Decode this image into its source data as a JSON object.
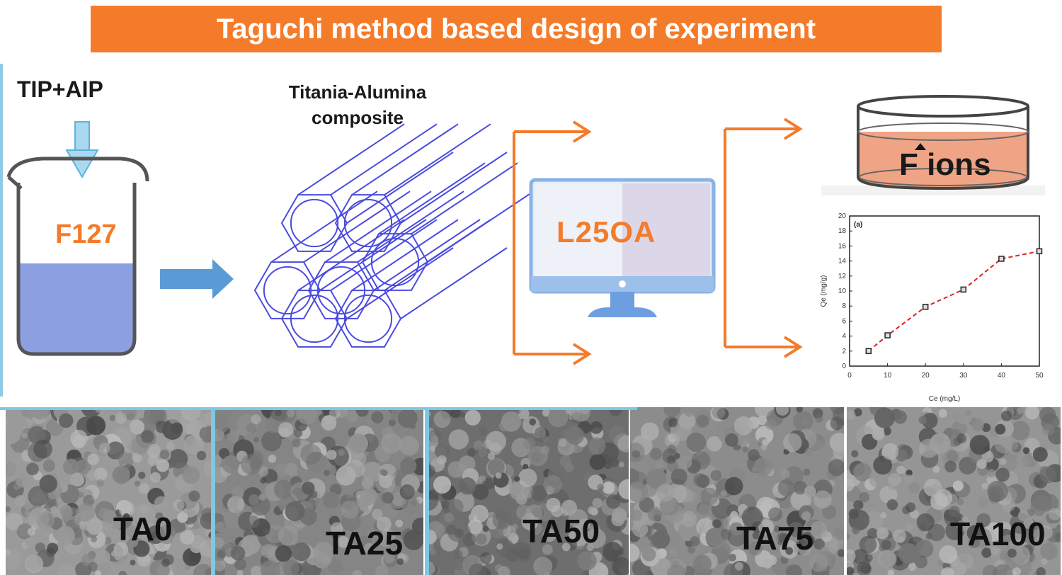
{
  "title": "Taguchi method based design of experiment",
  "precursor_label": "TIP+AIP",
  "template_label": "F127",
  "composite_label_line1": "Titania-Alumina",
  "composite_label_line2": "composite",
  "design_label": "L25OA",
  "ions_label": "F ions",
  "chart_data": {
    "type": "scatter",
    "label": "(a)",
    "xlabel": "Ce (mg/L)",
    "ylabel": "Qe (mg/g)",
    "xlim": [
      0,
      50
    ],
    "ylim": [
      0,
      20
    ],
    "xticks": [
      0,
      10,
      20,
      30,
      40,
      50
    ],
    "yticks": [
      0,
      2,
      4,
      6,
      8,
      10,
      12,
      14,
      16,
      18,
      20
    ],
    "x": [
      5,
      10,
      20,
      30,
      40,
      50
    ],
    "y": [
      2.0,
      4.1,
      7.9,
      10.2,
      14.3,
      15.3
    ],
    "fit_line": "red dashed"
  },
  "samples": [
    {
      "label": "TA0",
      "tone": "#9a9a9a"
    },
    {
      "label": "TA25",
      "tone": "#858585"
    },
    {
      "label": "TA50",
      "tone": "#6e6e6e"
    },
    {
      "label": "TA75",
      "tone": "#8c8c8c"
    },
    {
      "label": "TA100",
      "tone": "#959595"
    }
  ],
  "colors": {
    "accent": "#f47b2a",
    "arrow_blue": "#5b9bd5",
    "tube_blue": "#4b4be0",
    "liquid": "#8c9fe0",
    "dish_liquid": "#f0a486"
  }
}
